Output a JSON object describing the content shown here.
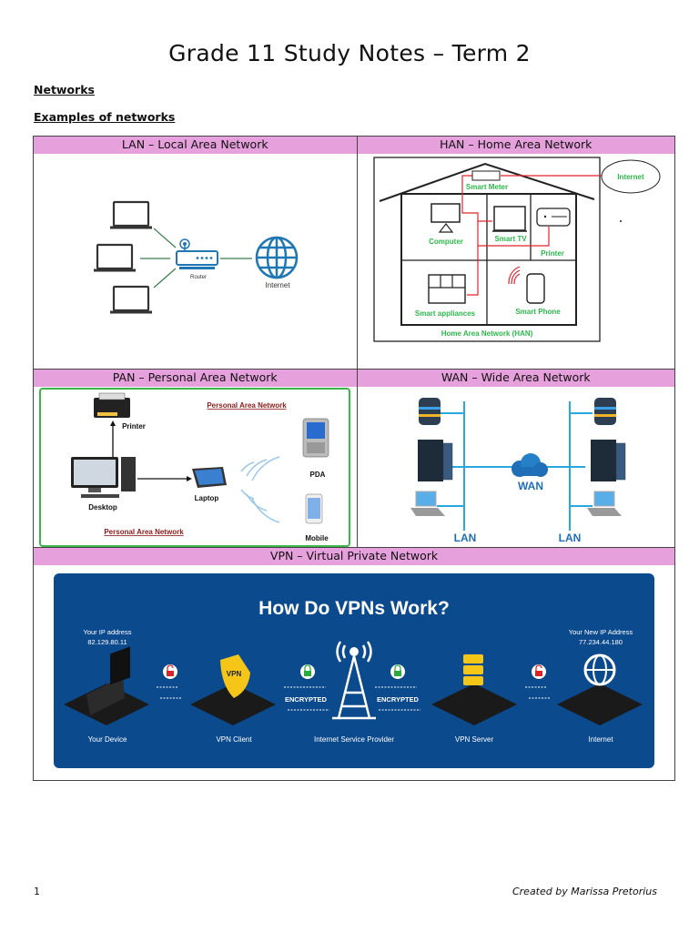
{
  "document": {
    "title": "Grade 11 Study Notes – Term 2",
    "section_heading": "Networks",
    "subsection_heading": "Examples of networks",
    "footer": {
      "page_number": "1",
      "credit": "Created by Marissa Pretorius"
    }
  },
  "table": {
    "lan": {
      "header": "LAN – Local Area Network",
      "router_label": "Router",
      "internet_label": "Internet",
      "laptop_count": 3
    },
    "han": {
      "header": "HAN – Home Area Network",
      "labels": {
        "smart_meter": "Smart Meter",
        "internet": "Internet",
        "computer": "Computer",
        "smart_tv": "Smart TV",
        "printer": "Printer",
        "smart_appliances": "Smart appliances",
        "smart_phone": "Smart Phone",
        "caption": "Home Area Network (HAN)"
      },
      "colors": {
        "label": "#2DB84B",
        "wire": "#E0252E"
      }
    },
    "pan": {
      "header": "PAN – Personal Area Network",
      "title_top": "Personal Area Network",
      "title_bottom": "Personal Area Network",
      "labels": {
        "printer": "Printer",
        "desktop": "Desktop",
        "laptop": "Laptop",
        "pda": "PDA",
        "mobile": "Mobile"
      },
      "colors": {
        "title": "#8B1A1A",
        "frame": "#3CB54A"
      }
    },
    "wan": {
      "header": "WAN – Wide Area Network",
      "cloud_label": "WAN",
      "lan_left": "LAN",
      "lan_right": "LAN",
      "colors": {
        "line": "#29A8E0",
        "label": "#1E6FB8"
      }
    },
    "vpn": {
      "header": "VPN – Virtual Private Network",
      "banner_title": "How Do VPNs Work?",
      "your_ip_label": "Your IP address",
      "your_ip": "82.129.80.11",
      "new_ip_label": "Your New IP Address",
      "new_ip": "77.234.44.180",
      "encrypted_left": "ENCRYPTED",
      "encrypted_right": "ENCRYPTED",
      "nodes": [
        "Your Device",
        "VPN Client",
        "Internet Service Provider",
        "VPN Server",
        "Internet"
      ],
      "shield_text": "VPN",
      "colors": {
        "banner": "#0C4A8E",
        "shield": "#F5C518",
        "unlocked": "#D7262B",
        "locked": "#2DAA3D"
      }
    }
  }
}
